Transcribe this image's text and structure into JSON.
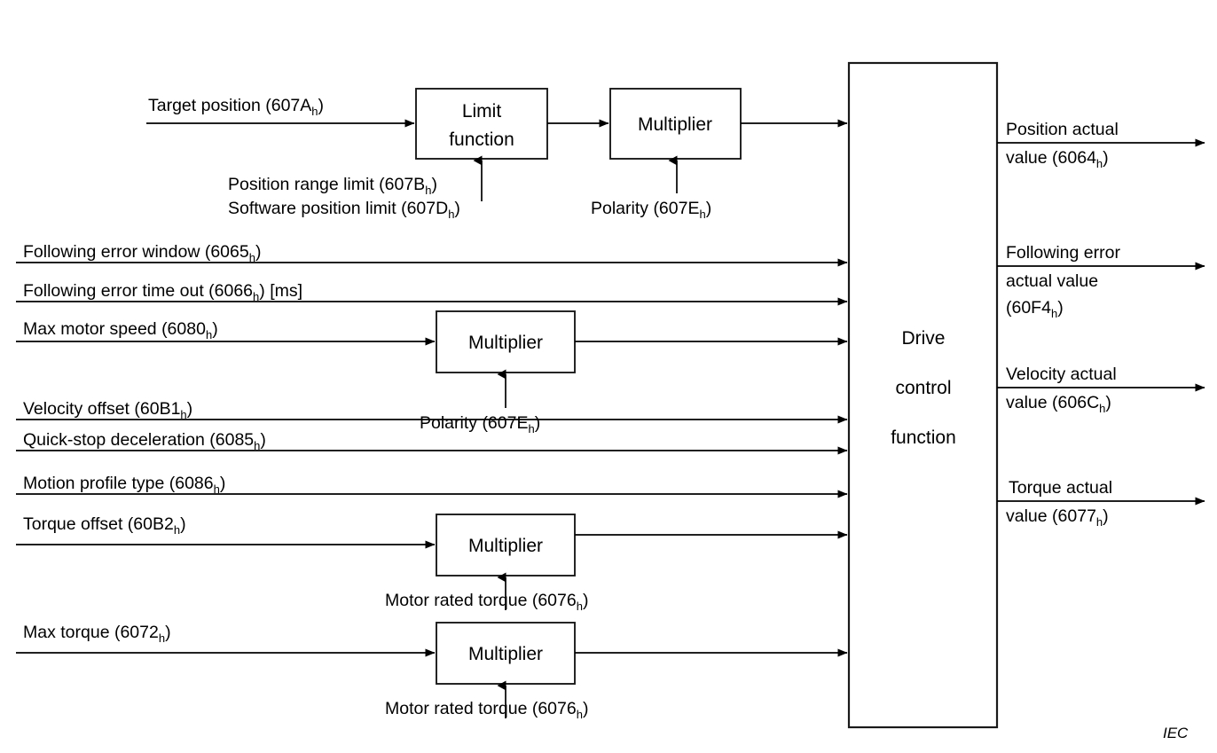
{
  "figure": {
    "title": "Drive control function block diagram",
    "source_mark": "IEC",
    "stroke_color": "#000000",
    "background_color": "#ffffff"
  },
  "blocks": {
    "limit_function": {
      "line1": "Limit",
      "line2": "function"
    },
    "multiplier_position": {
      "label": "Multiplier"
    },
    "multiplier_speed": {
      "label": "Multiplier"
    },
    "multiplier_torque_offset": {
      "label": "Multiplier"
    },
    "multiplier_max_torque": {
      "label": "Multiplier"
    },
    "drive_control": {
      "line1": "Drive",
      "line2": "control",
      "line3": "function"
    }
  },
  "inputs": {
    "target_position": {
      "text": "Target position (607A",
      "sub": "h",
      "tail": ")"
    },
    "following_error_window": {
      "text": "Following error window (6065",
      "sub": "h",
      "tail": ")"
    },
    "following_error_time_out": {
      "text": "Following error time out (6066",
      "sub": "h",
      "tail": ") [ms]"
    },
    "max_motor_speed": {
      "text": "Max motor speed (6080",
      "sub": "h",
      "tail": ")"
    },
    "velocity_offset": {
      "text": "Velocity offset (60B1",
      "sub": "h",
      "tail": ")"
    },
    "quick_stop_deceleration": {
      "text": "Quick-stop deceleration (6085",
      "sub": "h",
      "tail": ")"
    },
    "motion_profile_type": {
      "text": "Motion profile type (6086",
      "sub": "h",
      "tail": ")"
    },
    "torque_offset": {
      "text": "Torque offset (60B2",
      "sub": "h",
      "tail": ")"
    },
    "max_torque": {
      "text": "Max torque (6072",
      "sub": "h",
      "tail": ")"
    }
  },
  "parameters": {
    "position_range_limit": {
      "text": "Position range limit (607B",
      "sub": "h",
      "tail": ")"
    },
    "software_position_limit": {
      "text": "Software position limit (607D",
      "sub": "h",
      "tail": ")"
    },
    "polarity_position": {
      "text": "Polarity (607E",
      "sub": "h",
      "tail": ")"
    },
    "polarity_speed": {
      "text": "Polarity (607E",
      "sub": "h",
      "tail": ")"
    },
    "motor_rated_torque_offset": {
      "text": "Motor rated torque (6076",
      "sub": "h",
      "tail": ")"
    },
    "motor_rated_torque_max": {
      "text": "Motor rated torque (6076",
      "sub": "h",
      "tail": ")"
    }
  },
  "outputs": {
    "position_actual_value": {
      "line1": "Position actual",
      "line2": "value (6064",
      "sub": "h",
      "tail": ")"
    },
    "following_error_actual_value": {
      "line1": "Following error",
      "line2": "actual value",
      "line3": "(60F4",
      "sub": "h",
      "tail": ")"
    },
    "velocity_actual_value": {
      "line1": "Velocity actual",
      "line2": "value (606C",
      "sub": "h",
      "tail": ")"
    },
    "torque_actual_value": {
      "line1": "Torque actual",
      "line2": "value (6077",
      "sub": "h",
      "tail": ")"
    }
  }
}
